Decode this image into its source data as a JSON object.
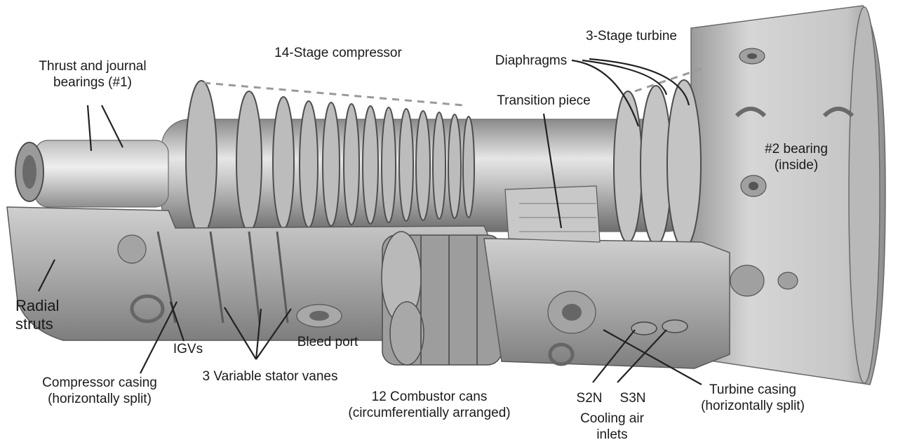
{
  "labels": {
    "thrust_bearings": [
      "Thrust and journal",
      "bearings (#1)"
    ],
    "compressor_14": "14-Stage compressor",
    "turbine_3": "3-Stage turbine",
    "diaphragms": "Diaphragms",
    "transition_piece": "Transition piece",
    "bearing_2": [
      "#2 bearing",
      "(inside)"
    ],
    "radial_struts": [
      "Radial",
      "struts"
    ],
    "igvs": "IGVs",
    "bleed_port": "Bleed port",
    "compressor_casing": [
      "Compressor casing",
      "(horizontally split)"
    ],
    "variable_stator_vanes": "3 Variable stator vanes",
    "combustor_cans": [
      "12 Combustor cans",
      "(circumferentially arranged)"
    ],
    "s2n": "S2N",
    "s3n": "S3N",
    "cooling_air_inlets": [
      "Cooling air",
      "inlets"
    ],
    "turbine_casing": [
      "Turbine casing",
      "(horizontally split)"
    ]
  },
  "colors": {
    "metal_light": "#d9d9d9",
    "metal_mid": "#a8a8a8",
    "metal_dark": "#5f5f5f",
    "leader": "#222222",
    "dashed": "#9a9a9a"
  }
}
